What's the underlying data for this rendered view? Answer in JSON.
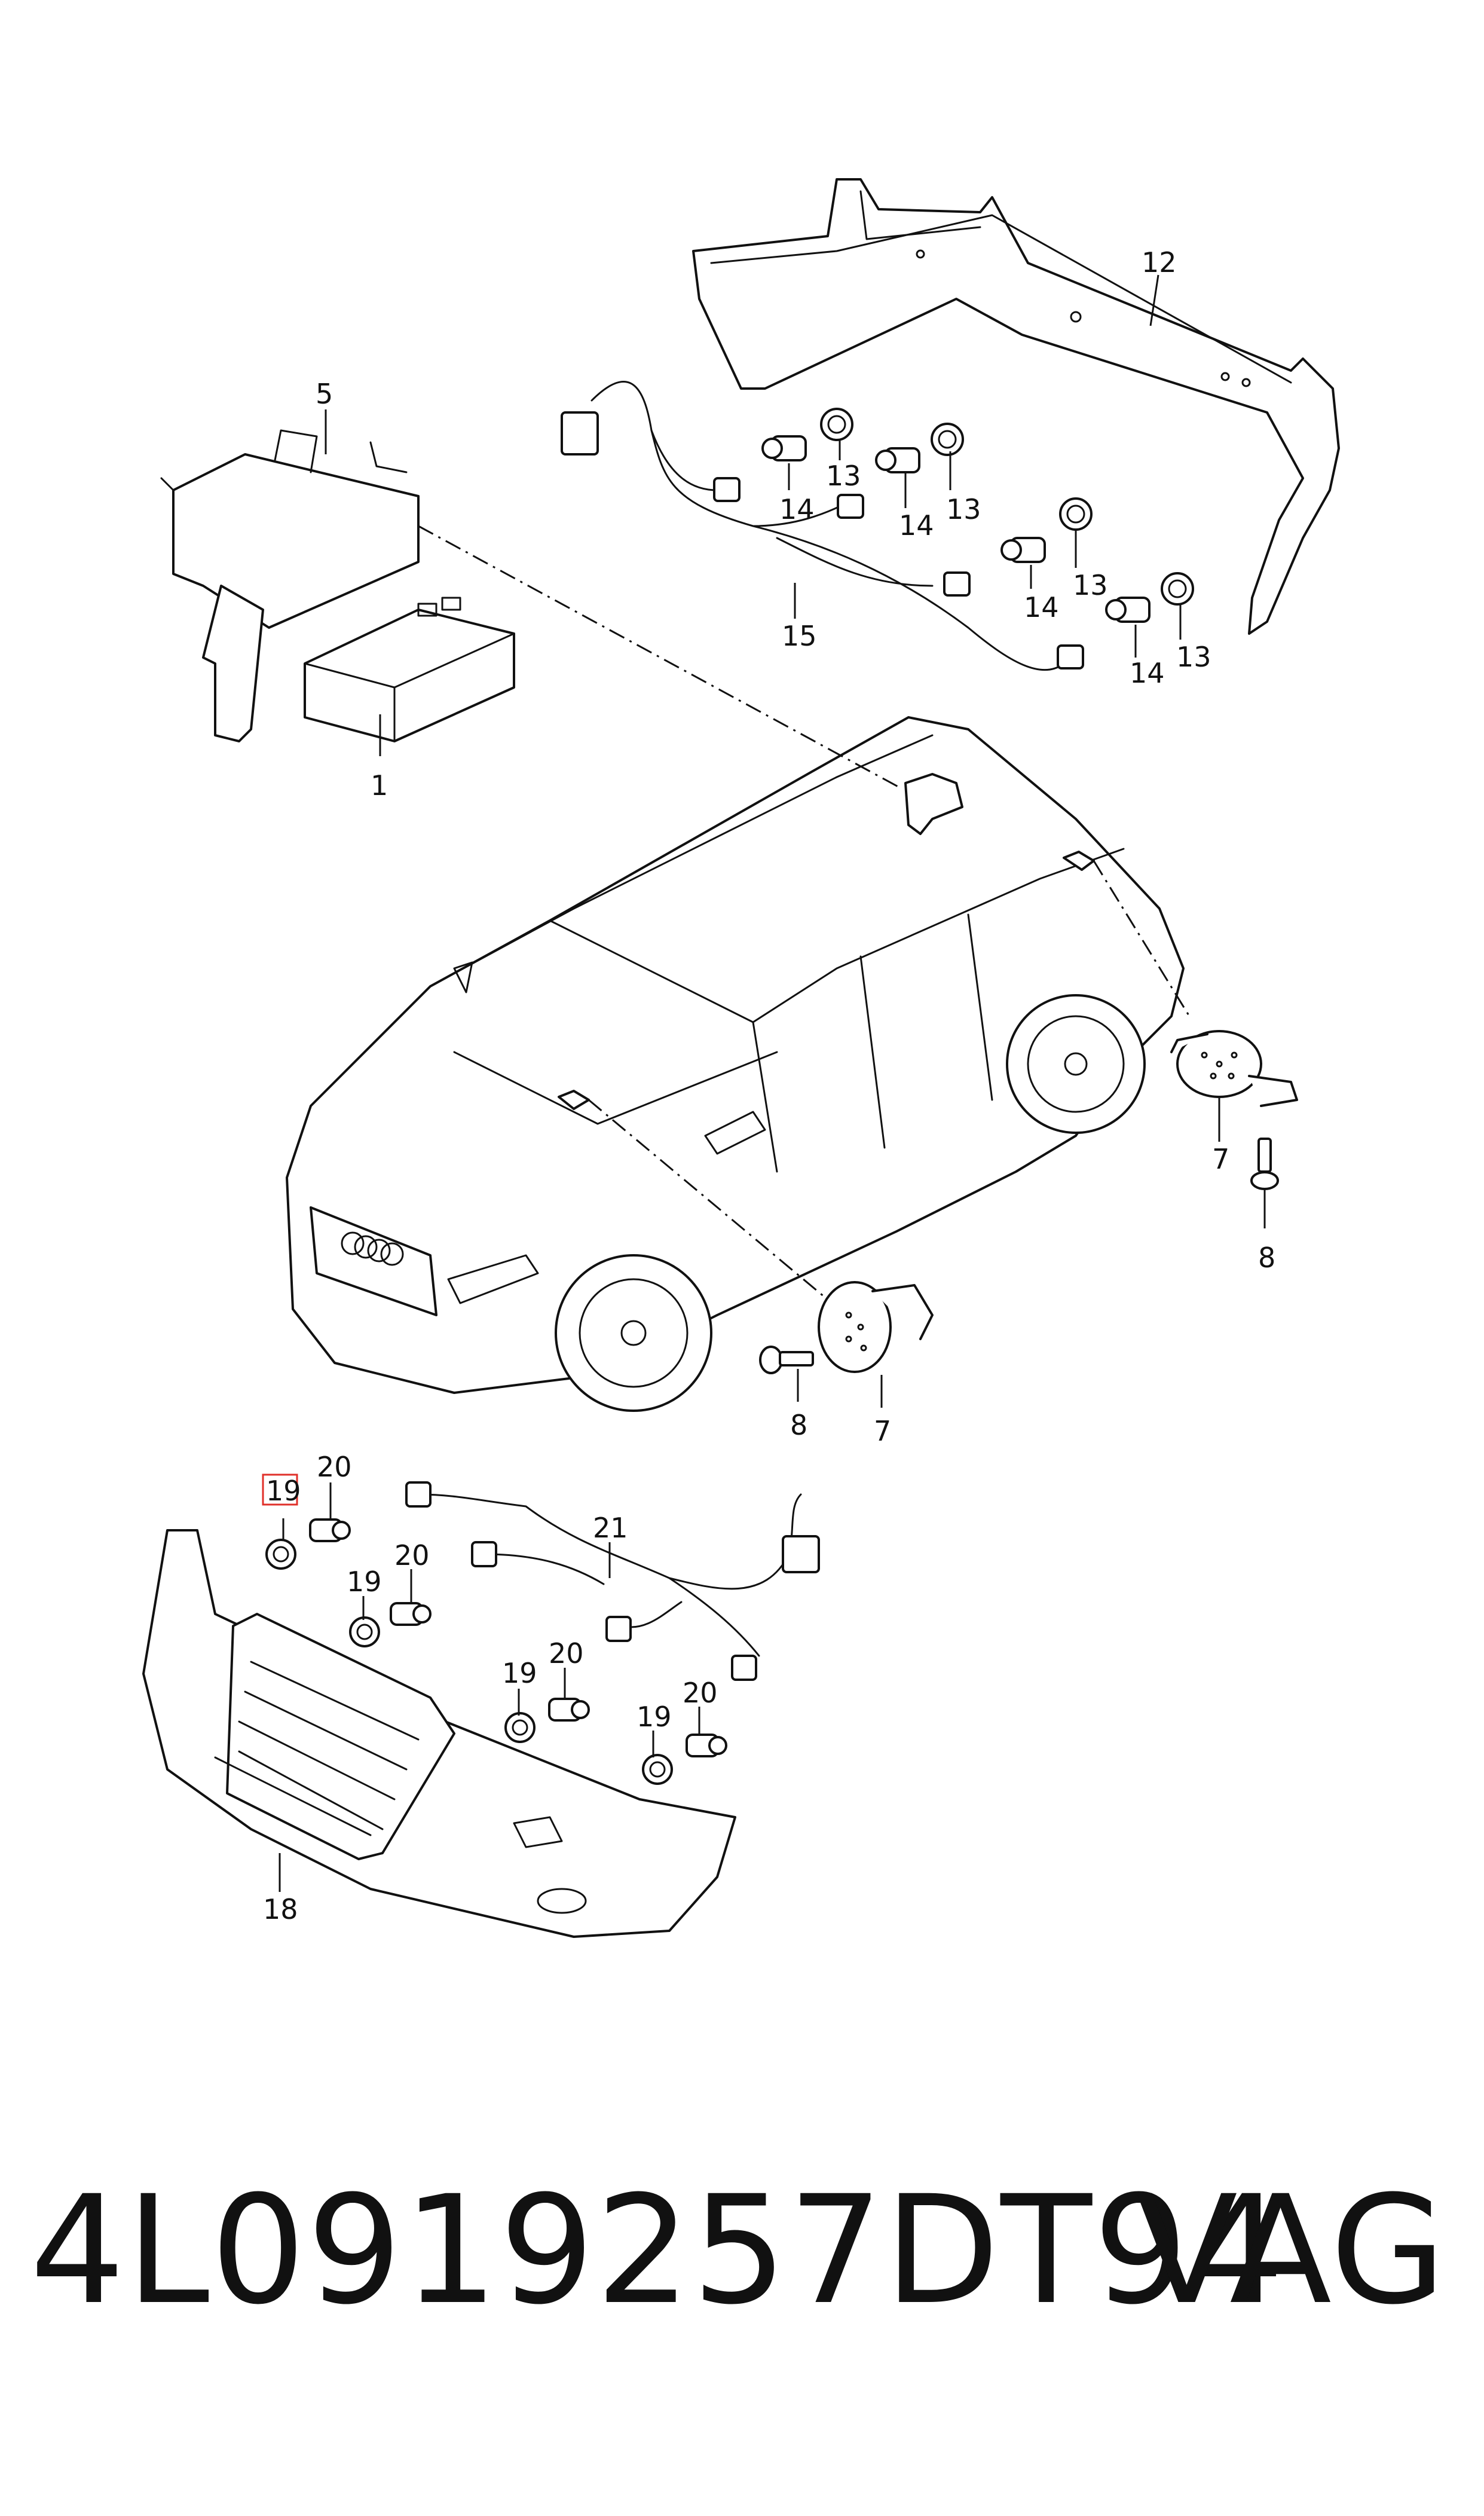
{
  "callouts": {
    "c1": "1",
    "c5": "5",
    "c12": "12",
    "c13a": "13",
    "c13b": "13",
    "c13c": "13",
    "c13d": "13",
    "c14a": "14",
    "c14b": "14",
    "c14c": "14",
    "c14d": "14",
    "c15": "15",
    "c7a": "7",
    "c7b": "7",
    "c8a": "8",
    "c8b": "8",
    "c19a": "19",
    "c19b": "19",
    "c19c": "19",
    "c19d": "19",
    "c20a": "20",
    "c20b": "20",
    "c20c": "20",
    "c20d": "20",
    "c21": "21",
    "c18": "18"
  },
  "highlighted_callout": "19",
  "highlight_color": "#e0302a",
  "footer": {
    "part_number": "4L0919257DT94",
    "brand": "VAG"
  }
}
